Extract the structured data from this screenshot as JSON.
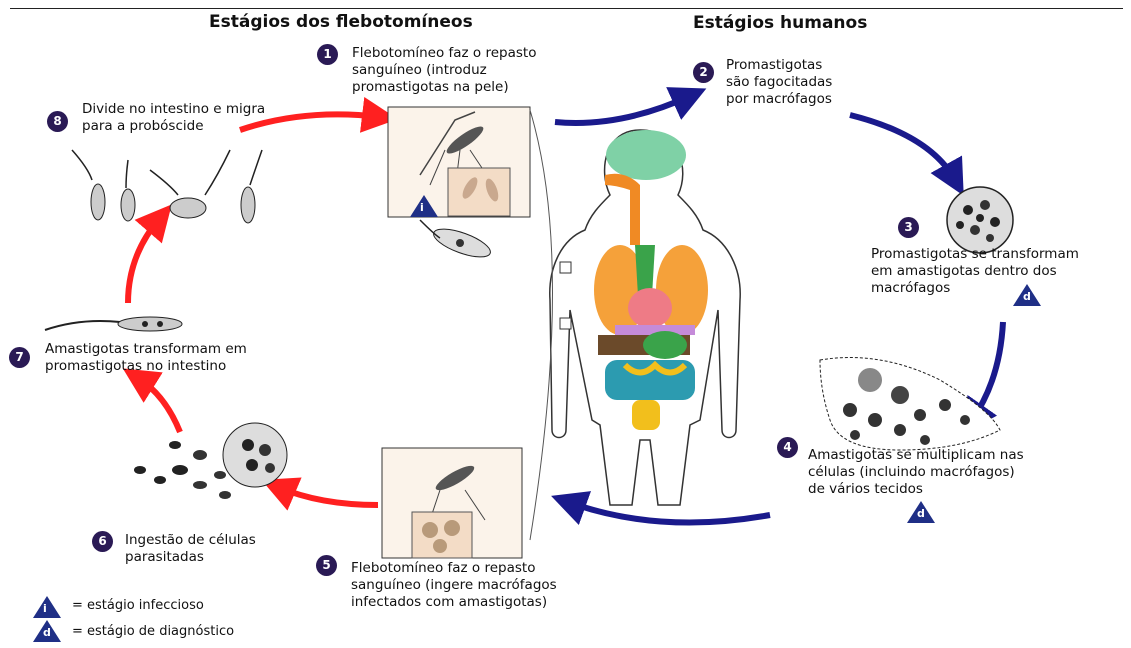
{
  "headers": {
    "sandfly": "Estágios dos flebotomíneos",
    "human": "Estágios humanos"
  },
  "stages": [
    {
      "num": "1",
      "lines": [
        "Flebotomíneo faz o repasto",
        "sanguíneo (introduz",
        "promastigotas na pele)"
      ]
    },
    {
      "num": "2",
      "lines": [
        "Promastigotas",
        "são fagocitadas",
        "por macrófagos"
      ]
    },
    {
      "num": "3",
      "lines": [
        "Promastigotas se transformam",
        "em amastigotas dentro dos",
        "macrófagos"
      ]
    },
    {
      "num": "4",
      "lines": [
        "Amastigotas se multiplicam nas",
        "células (incluindo macrófagos)",
        "de vários tecidos"
      ]
    },
    {
      "num": "5",
      "lines": [
        "Flebotomíneo faz o repasto",
        "sanguíneo (ingere macrófagos",
        "infectados com amastigotas)"
      ]
    },
    {
      "num": "6",
      "lines": [
        "Ingestão de células",
        "parasitadas"
      ]
    },
    {
      "num": "7",
      "lines": [
        "Amastigotas transformam em",
        "promastigotas no intestino"
      ]
    },
    {
      "num": "8",
      "lines": [
        "Divide no intestino e migra",
        "para a probóscide"
      ]
    }
  ],
  "markers": {
    "infective": "i",
    "diagnostic": "d"
  },
  "legend": {
    "infective": "= estágio infeccioso",
    "diagnostic": "= estágio de diagnóstico"
  },
  "colors": {
    "human_arrow": "#1a1a8c",
    "sandfly_arrow": "#ff2020",
    "badge": "#2a1a55",
    "marker": "#1f2f86"
  }
}
